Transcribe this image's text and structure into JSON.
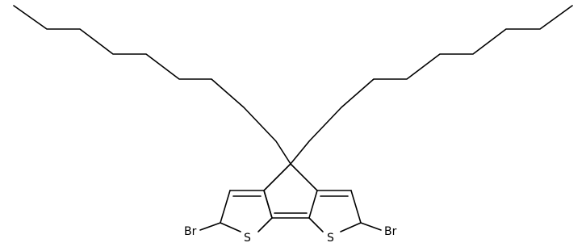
{
  "atoms": {
    "br_left": "Br",
    "s_left": "S",
    "s_right": "S",
    "br_right": "Br"
  },
  "colors": {
    "background": "#ffffff",
    "stroke": "#000000"
  }
}
